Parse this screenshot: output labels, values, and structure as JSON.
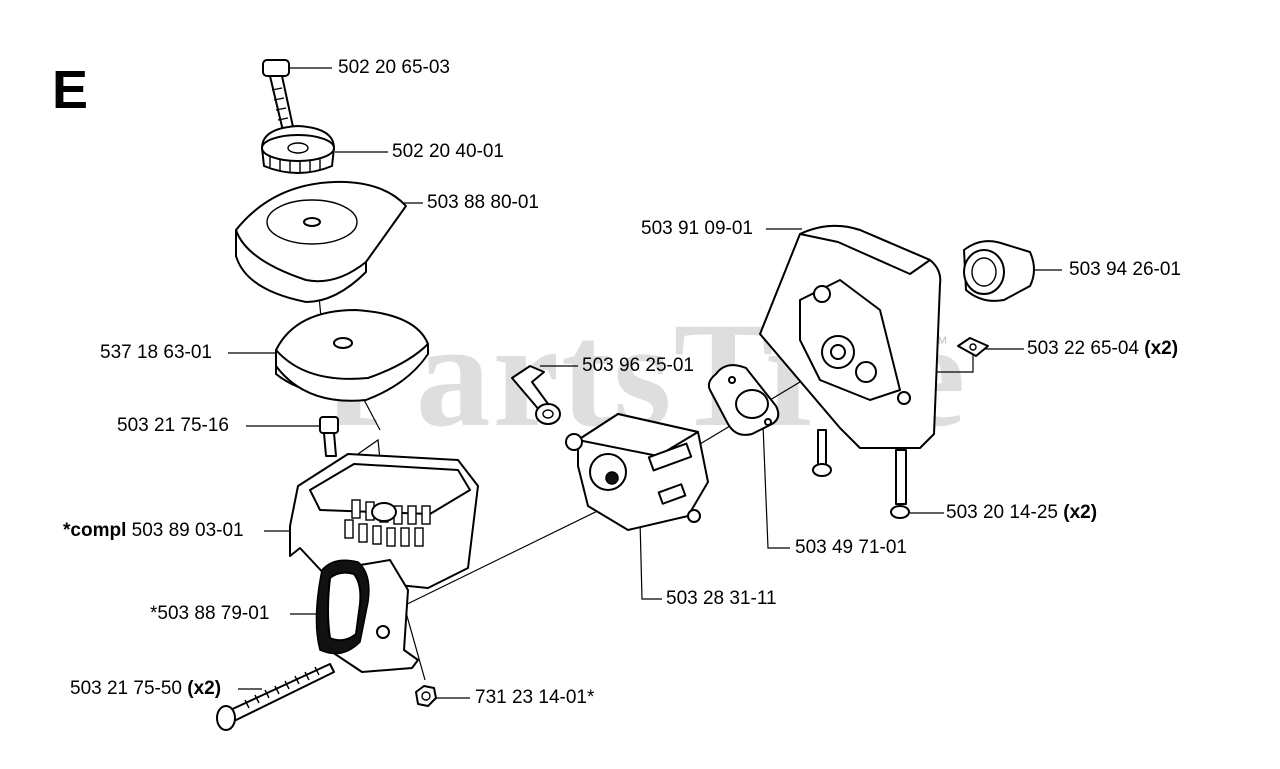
{
  "section_letter": "E",
  "watermark": "PartsTree",
  "watermark_tm": "™",
  "labels": {
    "p1": "502 20 65-03",
    "p2": "502 20 40-01",
    "p3": "503 88 80-01",
    "p4": "503 91 09-01",
    "p5": "503 94 26-01",
    "p6": "537 18 63-01",
    "p7": "503 96 25-01",
    "p8": "503 22 65-04",
    "p8_qty": "(x2)",
    "p9": "503 21 75-16",
    "p10": "503 20 14-25",
    "p10_qty": "(x2)",
    "p11_prefix": "*compl",
    "p11": "503 89 03-01",
    "p12": "503 49 71-01",
    "p13": "503 28 31-11",
    "p14": "*503 88 79-01",
    "p15": "503 21 75-50",
    "p15_qty": "(x2)",
    "p16": "731 23 14-01*"
  }
}
